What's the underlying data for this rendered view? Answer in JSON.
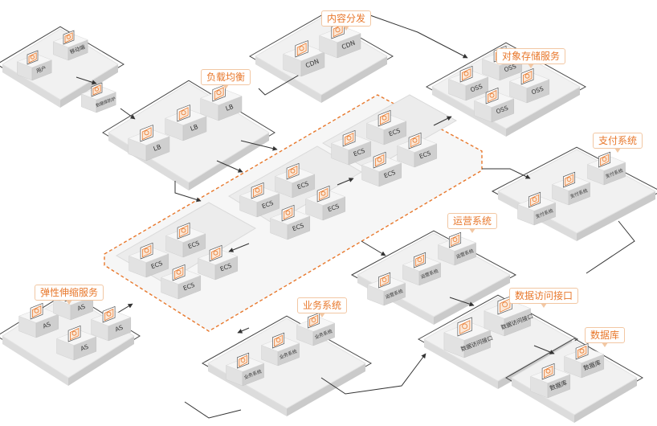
{
  "groups": {
    "content_delivery": {
      "title": "内容分发",
      "node_label": "CDN"
    },
    "object_storage": {
      "title": "对象存储服务",
      "node_label": "OSS"
    },
    "load_balancing": {
      "title": "负载均衡",
      "node_label": "LB"
    },
    "compute": {
      "node_label": "ECS"
    },
    "payment": {
      "title": "支付系统",
      "node_label": "支付系统"
    },
    "operations": {
      "title": "运营系统",
      "node_label": "运营系统"
    },
    "autoscaling": {
      "title": "弹性伸缩服务",
      "node_label": "AS"
    },
    "business": {
      "title": "业务系统",
      "node_label": "业务系统"
    },
    "data_access": {
      "title": "数据访问接口",
      "node_label": "数据访问接口"
    },
    "database": {
      "title": "数据库",
      "node_label": "数据库"
    }
  },
  "clients": {
    "user": "用户",
    "mobile": "移动端"
  },
  "security": {
    "label": "数据库防护"
  },
  "colors": {
    "accent": "#e8782c",
    "platform": "#f1f1f1",
    "line": "#333333",
    "box_top": "#f6f6f6",
    "box_left": "#e2e2e2",
    "box_right": "#cfcfcf"
  }
}
